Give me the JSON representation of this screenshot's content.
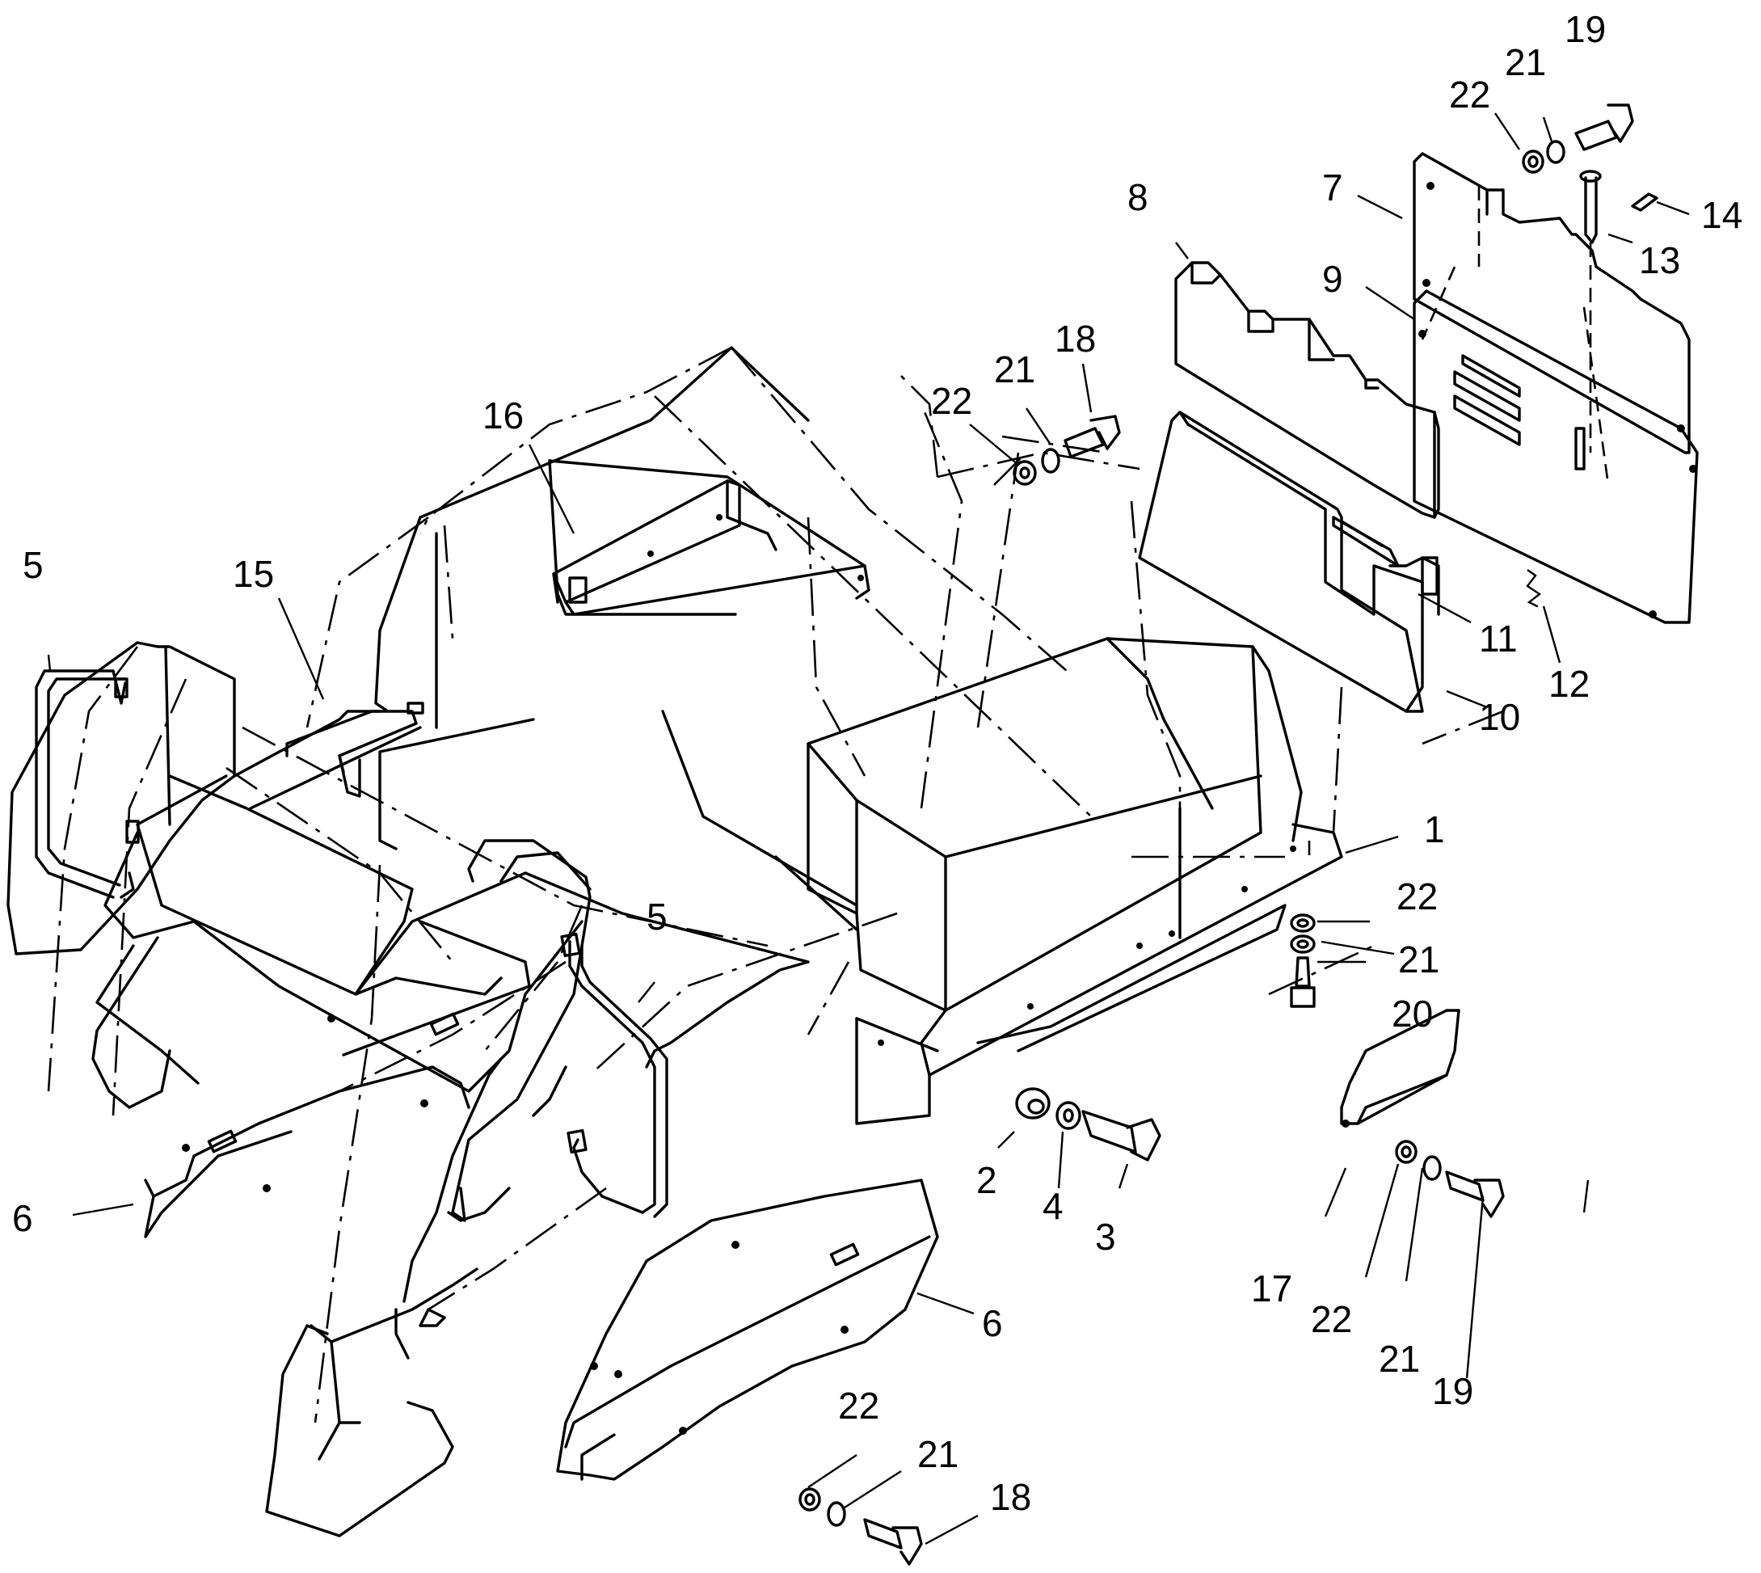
{
  "diagram": {
    "callouts": [
      {
        "id": "c1",
        "text": "1"
      },
      {
        "id": "c2",
        "text": "2"
      },
      {
        "id": "c3",
        "text": "3"
      },
      {
        "id": "c4",
        "text": "4"
      },
      {
        "id": "c5a",
        "text": "5"
      },
      {
        "id": "c5b",
        "text": "5"
      },
      {
        "id": "c6a",
        "text": "6"
      },
      {
        "id": "c6b",
        "text": "6"
      },
      {
        "id": "c7",
        "text": "7"
      },
      {
        "id": "c8",
        "text": "8"
      },
      {
        "id": "c9",
        "text": "9"
      },
      {
        "id": "c10",
        "text": "10"
      },
      {
        "id": "c11",
        "text": "11"
      },
      {
        "id": "c12",
        "text": "12"
      },
      {
        "id": "c13",
        "text": "13"
      },
      {
        "id": "c14",
        "text": "14"
      },
      {
        "id": "c15",
        "text": "15"
      },
      {
        "id": "c16",
        "text": "16"
      },
      {
        "id": "c17",
        "text": "17"
      },
      {
        "id": "c18a",
        "text": "18"
      },
      {
        "id": "c18b",
        "text": "18"
      },
      {
        "id": "c19a",
        "text": "19"
      },
      {
        "id": "c19b",
        "text": "19"
      },
      {
        "id": "c20",
        "text": "20"
      },
      {
        "id": "c21a",
        "text": "21"
      },
      {
        "id": "c21b",
        "text": "21"
      },
      {
        "id": "c21c",
        "text": "21"
      },
      {
        "id": "c21d",
        "text": "21"
      },
      {
        "id": "c21e",
        "text": "21"
      },
      {
        "id": "c22a",
        "text": "22"
      },
      {
        "id": "c22b",
        "text": "22"
      },
      {
        "id": "c22c",
        "text": "22"
      },
      {
        "id": "c22d",
        "text": "22"
      },
      {
        "id": "c22e",
        "text": "22"
      }
    ]
  }
}
